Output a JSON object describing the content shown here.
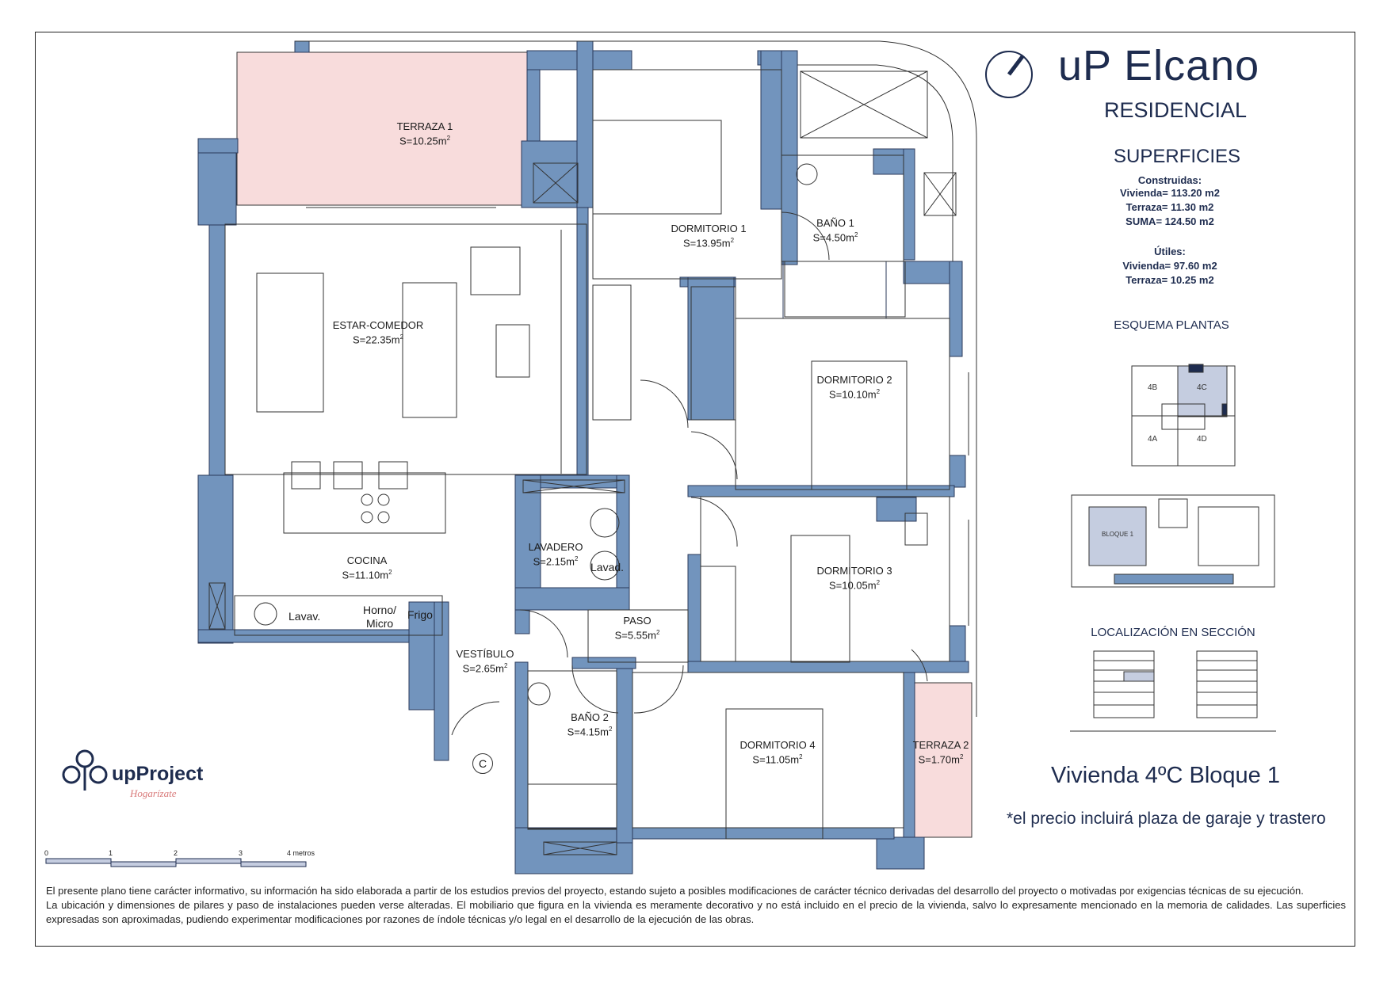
{
  "header": {
    "title": "uP Elcano",
    "subtitle": "RESIDENCIAL"
  },
  "surfaces": {
    "heading": "SUPERFICIES",
    "built_label": "Construidas:",
    "built_lines": [
      "Vivienda= 113.20 m2",
      "Terraza= 11.30 m2",
      "SUMA= 124.50 m2"
    ],
    "useful_label": "Útiles:",
    "useful_lines": [
      "Vivienda= 97.60 m2",
      "Terraza= 10.25 m2"
    ]
  },
  "floor_scheme": {
    "heading": "ESQUEMA PLANTAS",
    "units": [
      "4B",
      "4C",
      "4A",
      "4D"
    ],
    "highlighted_unit": "4C",
    "block_label": "BLOQUE 1"
  },
  "section": {
    "heading": "LOCALIZACIÓN EN SECCIÓN"
  },
  "unit_name": "Vivienda 4ºC  Bloque 1",
  "price_note": "*el precio incluirá plaza de garaje y trastero",
  "brand": {
    "name": "upProject",
    "tagline": "Hogarízate"
  },
  "scale": {
    "ticks": [
      "0",
      "1",
      "2",
      "3",
      "4 metros"
    ]
  },
  "rooms": [
    {
      "name": "TERRAZA 1",
      "area": "S=10.25m",
      "unit_sup": "2"
    },
    {
      "name": "DORMITORIO 1",
      "area": "S=13.95m",
      "unit_sup": "2"
    },
    {
      "name": "BAÑO 1",
      "area": "S=4.50m",
      "unit_sup": "2"
    },
    {
      "name": "ESTAR-COMEDOR",
      "area": "S=22.35m",
      "unit_sup": "2"
    },
    {
      "name": "DORMITORIO 2",
      "area": "S=10.10m",
      "unit_sup": "2"
    },
    {
      "name": "LAVADERO",
      "area": "S=2.15m",
      "unit_sup": "2"
    },
    {
      "name": "DORMITORIO 3",
      "area": "S=10.05m",
      "unit_sup": "2"
    },
    {
      "name": "COCINA",
      "area": "S=11.10m",
      "unit_sup": "2"
    },
    {
      "name": "PASO",
      "area": "S=5.55m",
      "unit_sup": "2"
    },
    {
      "name": "VESTÍBULO",
      "area": "S=2.65m",
      "unit_sup": "2"
    },
    {
      "name": "BAÑO 2",
      "area": "S=4.15m",
      "unit_sup": "2"
    },
    {
      "name": "DORMITORIO 4",
      "area": "S=11.05m",
      "unit_sup": "2"
    },
    {
      "name": "TERRAZA 2",
      "area": "S=1.70m",
      "unit_sup": "2"
    }
  ],
  "fixtures": {
    "lavav": "Lavav.",
    "horno": "Horno/",
    "micro": "Micro",
    "frigo": "Frigo",
    "lavad": "Lavad.",
    "entrance": "C"
  },
  "disclaimer": [
    "El presente plano tiene carácter informativo, su información ha sido elaborada a partir de los estudios previos del proyecto, estando sujeto a posibles modificaciones de carácter técnico derivadas del desarrollo del proyecto o motivadas por exigencias técnicas de su ejecución.",
    "La ubicación y dimensiones de pilares y paso de instalaciones pueden verse alteradas. El mobiliario que figura en la vivienda es meramente decorativo y no está incluido en el precio de la vivienda, salvo lo expresamente mencionado en la memoria de calidades. Las superficies expresadas son aproximadas, pudiendo experimentar modificaciones por razones de índole técnicas y/o legal en el desarrollo de la ejecución de las obras."
  ],
  "colors": {
    "wall": "#7294bd",
    "wall_dark": "#1e2c4f",
    "terrace": "#f8dcdc",
    "highlight": "#c5cde0"
  }
}
